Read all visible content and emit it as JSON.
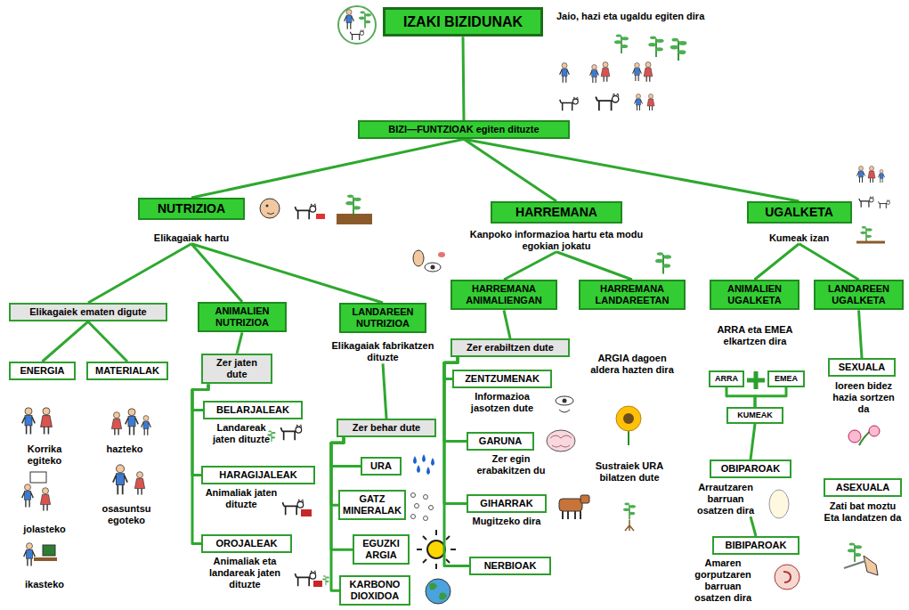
{
  "diagram": {
    "nodes": [
      {
        "text": [
          "IZAKI BIZIDUNAK"
        ]
      },
      {
        "text": [
          "BIZI—FUNTZIOAK egiten dituzte"
        ]
      },
      {
        "text": [
          "NUTRIZIOA",
          "Elikagaiak hartu"
        ]
      },
      {
        "text": [
          "HARREMANA",
          "Kanpoko informazioa hartu eta modu egokian jokatu"
        ]
      },
      {
        "text": [
          "UGALKETA",
          "Kumeak izan"
        ]
      },
      {
        "text": [
          "Elikagaiek ematen digute"
        ]
      },
      {
        "text": [
          "ENERGIA"
        ]
      },
      {
        "text": [
          "MATERIALAK"
        ]
      },
      {
        "text": [
          "ANIMALIEN NUTRIZIOA"
        ]
      },
      {
        "text": [
          "Zer jaten dute"
        ]
      },
      {
        "text": [
          "BELARJALEAK",
          "Landareak jaten dituzte"
        ]
      },
      {
        "text": [
          "HARAGIJALEAK",
          "Animaliak jaten dituzte"
        ]
      },
      {
        "text": [
          "OROJALEAK",
          "Animaliak eta landareak jaten dituzte"
        ]
      },
      {
        "text": [
          "LANDAREEN NUTRIZIOA",
          "Elikagaiak fabrikatzen dituzte"
        ]
      },
      {
        "text": [
          "Zer behar dute"
        ]
      },
      {
        "text": [
          "URA"
        ]
      },
      {
        "text": [
          "GATZ MINERALAK"
        ]
      },
      {
        "text": [
          "EGUZKI ARGIA"
        ]
      },
      {
        "text": [
          "KARBONO DIOXIDOA"
        ]
      },
      {
        "text": [
          "HARREMANA ANIMALIENGAN"
        ]
      },
      {
        "text": [
          "Zer erabiltzen dute"
        ]
      },
      {
        "text": [
          "ZENTZUMENAK",
          "Informazioa jasotzen dute"
        ]
      },
      {
        "text": [
          "GARUNA",
          "Zer egin erabakitzen du"
        ]
      },
      {
        "text": [
          "GIHARRAK",
          "Mugitzeko dira"
        ]
      },
      {
        "text": [
          "NERBIOAK"
        ]
      },
      {
        "text": [
          "HARREMANA LANDAREETAN",
          "ARGIA dagoen aldera hazten dira"
        ]
      },
      {
        "text": [
          "ANIMALIEN UGALKETA",
          "ARRA eta EMEA elkartzen dira"
        ]
      },
      {
        "text": [
          "ARRA"
        ]
      },
      {
        "text": [
          "EMEA"
        ]
      },
      {
        "text": [
          "KUMEAK"
        ]
      },
      {
        "text": [
          "OBIPAROAK",
          "Arrautzaren barruan osatzen dira"
        ]
      },
      {
        "text": [
          "BIBIPAROAK",
          "Amaren gorputzaren barruan osatzen dira"
        ]
      },
      {
        "text": [
          "LANDAREEN UGALKETA"
        ]
      },
      {
        "text": [
          "SEXUALA",
          "loreen bidez hazia sortzen da"
        ]
      },
      {
        "text": [
          "ASEXUALA",
          "Zati bat moztu Eta landatzen da"
        ]
      }
    ],
    "edges": [
      {
        "from": 0,
        "to": 1,
        "arrow": "none"
      },
      {
        "from": 1,
        "to": 2,
        "arrow": "none"
      },
      {
        "from": 1,
        "to": 3,
        "arrow": "none"
      },
      {
        "from": 1,
        "to": 4,
        "arrow": "none"
      },
      {
        "from": 2,
        "to": 5,
        "arrow": "none"
      },
      {
        "from": 2,
        "to": 8,
        "arrow": "none"
      },
      {
        "from": 2,
        "to": 13,
        "arrow": "none"
      },
      {
        "from": 5,
        "to": 6,
        "arrow": "none"
      },
      {
        "from": 5,
        "to": 7,
        "arrow": "none"
      },
      {
        "from": 8,
        "to": 9,
        "arrow": "none"
      },
      {
        "from": 9,
        "to": 10,
        "arrow": "none"
      },
      {
        "from": 9,
        "to": 11,
        "arrow": "none"
      },
      {
        "from": 9,
        "to": 12,
        "arrow": "none"
      },
      {
        "from": 13,
        "to": 14,
        "arrow": "none"
      },
      {
        "from": 14,
        "to": 15,
        "arrow": "none"
      },
      {
        "from": 14,
        "to": 16,
        "arrow": "none"
      },
      {
        "from": 14,
        "to": 17,
        "arrow": "none"
      },
      {
        "from": 14,
        "to": 18,
        "arrow": "none"
      },
      {
        "from": 3,
        "to": 19,
        "arrow": "none"
      },
      {
        "from": 3,
        "to": 25,
        "arrow": "none"
      },
      {
        "from": 19,
        "to": 20,
        "arrow": "none"
      },
      {
        "from": 20,
        "to": 21,
        "arrow": "none"
      },
      {
        "from": 20,
        "to": 22,
        "arrow": "none"
      },
      {
        "from": 20,
        "to": 23,
        "arrow": "none"
      },
      {
        "from": 20,
        "to": 24,
        "arrow": "none"
      },
      {
        "from": 4,
        "to": 26,
        "arrow": "none"
      },
      {
        "from": 4,
        "to": 32,
        "arrow": "none"
      },
      {
        "from": 27,
        "to": 29,
        "arrow": "none"
      },
      {
        "from": 28,
        "to": 29,
        "arrow": "none"
      },
      {
        "from": 29,
        "to": 30,
        "arrow": "none"
      },
      {
        "from": 30,
        "to": 31,
        "arrow": "none"
      },
      {
        "from": 32,
        "to": 33,
        "arrow": "none"
      }
    ],
    "labels": [
      "Jaio, hazi eta ugaldu egiten dira",
      "Korrika egiteko",
      "jolasteko",
      "ikasteko",
      "hazteko",
      "osasuntsu egoteko",
      "Sustraiek URA bilatzen dute"
    ]
  }
}
